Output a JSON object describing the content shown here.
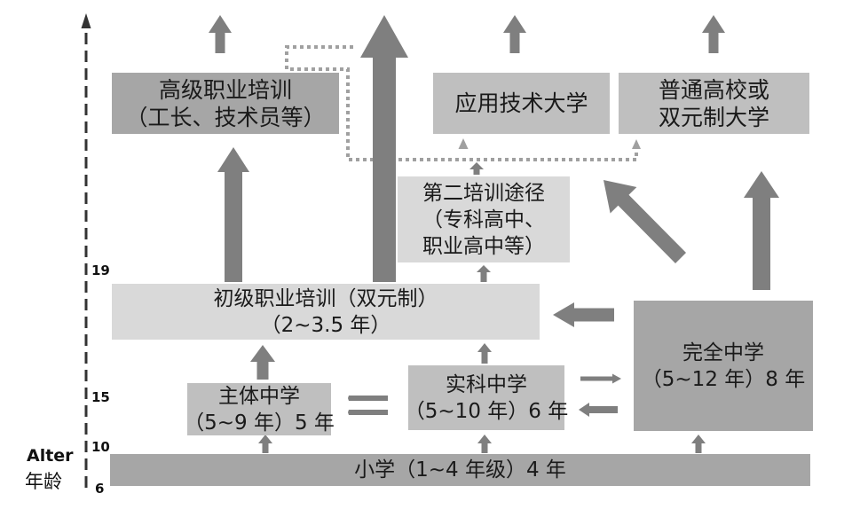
{
  "colors": {
    "box_dark": "#a6a6a6",
    "box_mid": "#bfbfbf",
    "box_light": "#d9d9d9",
    "arrow": "#7f7f7f",
    "dotted": "#a0a0a0",
    "axis": "#333333"
  },
  "axis": {
    "title_top": "Alter",
    "title_bottom": "年龄",
    "ages": [
      "19",
      "15",
      "10",
      "6"
    ]
  },
  "boxes": {
    "higher_vocational": {
      "line1": "高级职业培训",
      "line2": "（工长、技术员等）"
    },
    "applied_university": {
      "line1": "应用技术大学"
    },
    "general_university": {
      "line1": "普通高校或",
      "line2": "双元制大学"
    },
    "second_path": {
      "line1": "第二培训途径",
      "line2": "（专科高中、",
      "line3": "职业高中等）"
    },
    "dual_vocational": {
      "line1": "初级职业培训（双元制）",
      "line2": "（2~3.5 年）"
    },
    "hauptschule": {
      "line1": "主体中学",
      "line2": "（5~9 年）5 年"
    },
    "realschule": {
      "line1": "实科中学",
      "line2": "（5~10 年）6 年"
    },
    "gymnasium": {
      "line1": "完全中学",
      "line2": "（5~12 年）8 年"
    },
    "primary": {
      "line1": "小学（1~4 年级）4 年"
    }
  }
}
